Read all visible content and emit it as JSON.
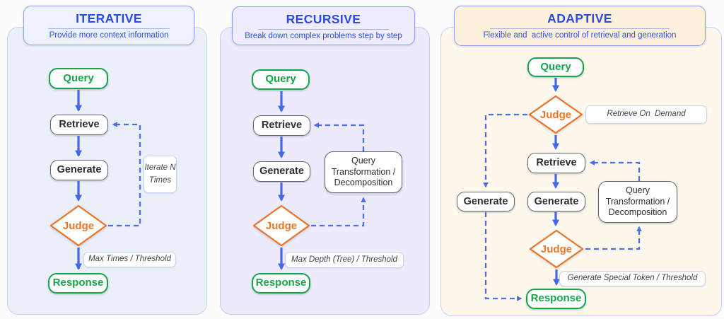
{
  "colors": {
    "title_blue": "#2b4ce0",
    "arrow_blue": "#4468e8",
    "dashed_blue": "#4d6fe8",
    "node_green": "#17a34a",
    "judge_orange": "#e97528",
    "node_border_gray": "#63676c",
    "iterative_panel_bg": "#eaeffa",
    "recursive_panel_bg": "#edeafb",
    "adaptive_panel_bg": "#fdf7ec",
    "iterative_header_bg": "#edf2fe",
    "recursive_header_bg": "#efecfe",
    "adaptive_header_bg": "#fcf0da",
    "header_border": "#8c9eec",
    "label_border": "#c7d2f3"
  },
  "panels": [
    {
      "title": "ITERATIVE",
      "subtitle": "Provide more context information",
      "nodes": {
        "query": "Query",
        "retrieve": "Retrieve",
        "generate": "Generate",
        "judge": "Judge",
        "response": "Response"
      },
      "iterate_label": "Iterate N Times",
      "threshold_label": "Max Times / Threshold"
    },
    {
      "title": "RECURSIVE",
      "subtitle": "Break down complex problems step by step",
      "nodes": {
        "query": "Query",
        "retrieve": "Retrieve",
        "generate": "Generate",
        "judge": "Judge",
        "response": "Response",
        "transform": "Query Transformation / Decomposition"
      },
      "threshold_label": "Max Depth (Tree) / Threshold"
    },
    {
      "title": "ADAPTIVE",
      "subtitle": "Flexible and  active control of retrieval and generation",
      "nodes": {
        "query": "Query",
        "judge_top": "Judge",
        "retrieve": "Retrieve",
        "generate_main": "Generate",
        "generate_side": "Generate",
        "judge_bottom": "Judge",
        "response": "Response",
        "transform": "Query Transformation / Decomposition"
      },
      "demand_label": "Retrieve On  Demand",
      "threshold_label": "Generate Special Token / Threshold"
    }
  ]
}
